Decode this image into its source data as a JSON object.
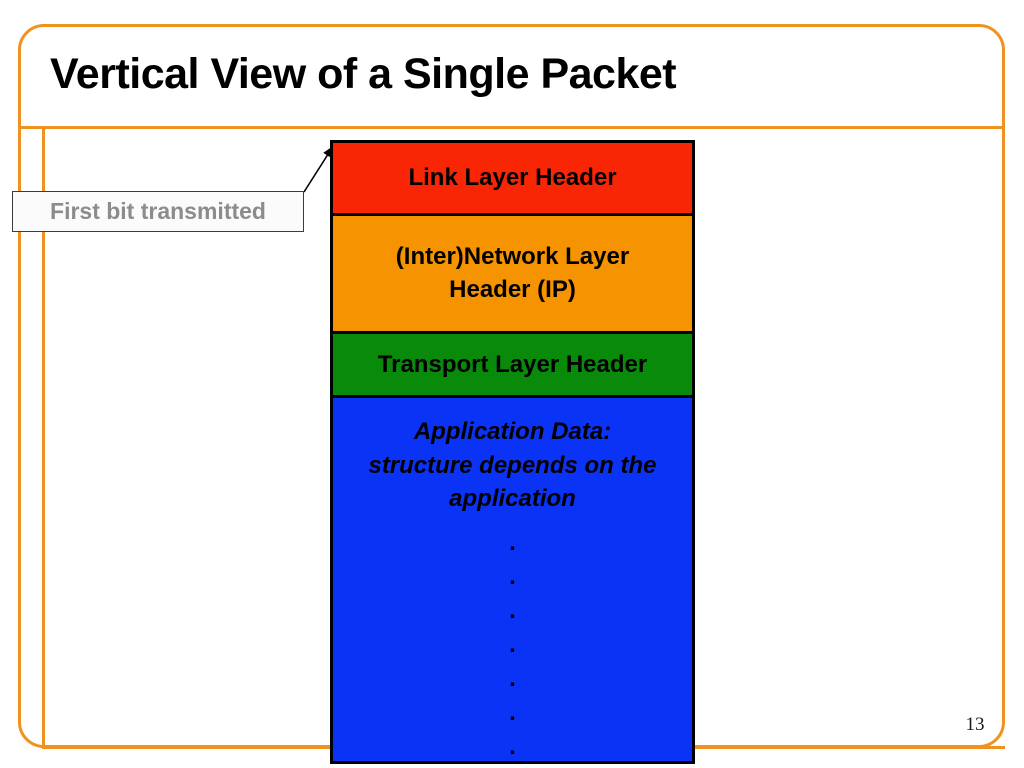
{
  "slide": {
    "title": "Vertical View of a Single Packet",
    "page_number": "13",
    "frame_color": "#F0921E",
    "background": "#ffffff"
  },
  "callout": {
    "label": "First bit transmitted",
    "text_color": "#8C8C8C",
    "border_color": "#3C3C3C",
    "fill_color": "#FBFBFB"
  },
  "packet": {
    "layers": [
      {
        "id": "link-layer-header",
        "label": "Link Layer Header",
        "color": "#F92605",
        "italic": false
      },
      {
        "id": "network-layer-header",
        "label": "(Inter)Network Layer Header (IP)",
        "line1": "(Inter)Network Layer",
        "line2": "Header (IP)",
        "color": "#F59300",
        "italic": false
      },
      {
        "id": "transport-layer-header",
        "label": "Transport Layer Header",
        "color": "#0A8A0A",
        "italic": false
      },
      {
        "id": "application-data",
        "label": "Application Data: structure depends on the application",
        "line1": "Application Data:",
        "line2": "structure depends on the",
        "line3": "application",
        "color": "#0B33F5",
        "italic": true,
        "continuation_dots": [
          ".",
          ".",
          ".",
          ".",
          ".",
          ".",
          "."
        ]
      }
    ]
  }
}
